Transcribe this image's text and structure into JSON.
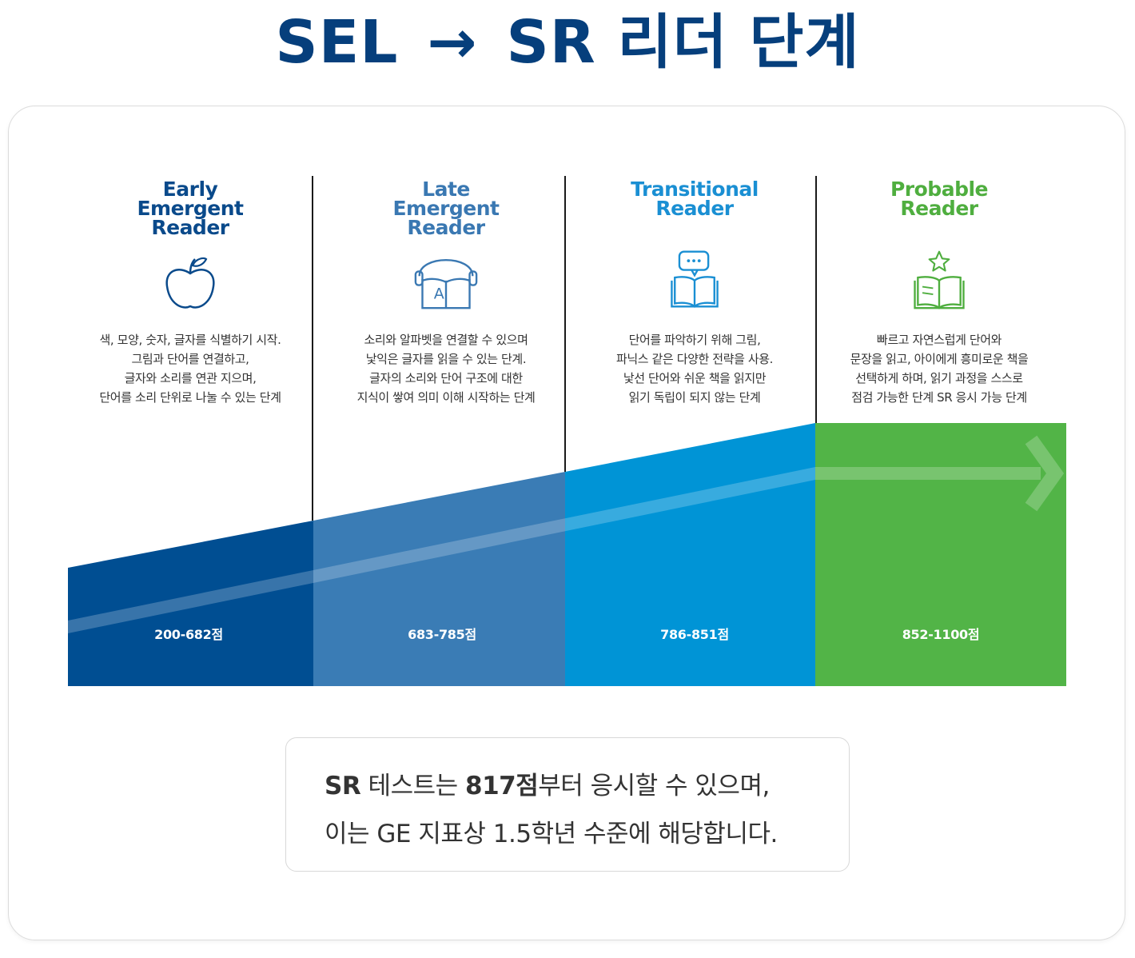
{
  "title": {
    "left": "SEL",
    "arrow": "→",
    "right": "SR 리더 단계"
  },
  "stages": [
    {
      "name": "Early\nEmergent\nReader",
      "color": "#0a4a8b",
      "icon": "apple-icon",
      "description": "색, 모양, 숫자, 글자를 식별하기 시작.\n그림과 단어를 연결하고,\n글자와 소리를 연관 지으며,\n단어를 소리 단위로 나눌 수 있는 단계",
      "score": "200-682점",
      "fill": "#004e92"
    },
    {
      "name": "Late\nEmergent\nReader",
      "color": "#3a78b2",
      "icon": "headphones-book-icon",
      "description": "소리와 알파벳을 연결할 수 있으며\n낯익은 글자를 읽을 수 있는 단계.\n글자의 소리와 단어 구조에 대한\n지식이 쌓여 의미 이해 시작하는 단계",
      "score": "683-785점",
      "fill": "#3a7cb5"
    },
    {
      "name": "Transitional\nReader",
      "color": "#1a8fd3",
      "icon": "chat-book-icon",
      "description": "단어를 파악하기 위해 그림,\n파닉스 같은 다양한 전략을 사용.\n낯선 단어와 쉬운 책을 읽지만\n읽기 독립이 되지 않는 단계",
      "score": "786-851점",
      "fill": "#0094d6"
    },
    {
      "name": "Probable\nReader",
      "color": "#4fae3f",
      "icon": "star-book-icon",
      "description": "빠르고 자연스럽게 단어와\n문장을 읽고, 아이에게 흥미로운 책을\n선택하게 하며, 읽기 과정을 스스로\n점검 가능한 단계 SR 응시 가능 단계",
      "score": "852-1100점",
      "fill": "#52b447"
    }
  ],
  "note": {
    "line1_bold_a": "SR",
    "line1_text_a": " 테스트는 ",
    "line1_bold_b": "817점",
    "line1_text_b": "부터 응시할 수 있으며,",
    "line2": "이는 GE 지표상 1.5학년 수준에 해당합니다."
  }
}
